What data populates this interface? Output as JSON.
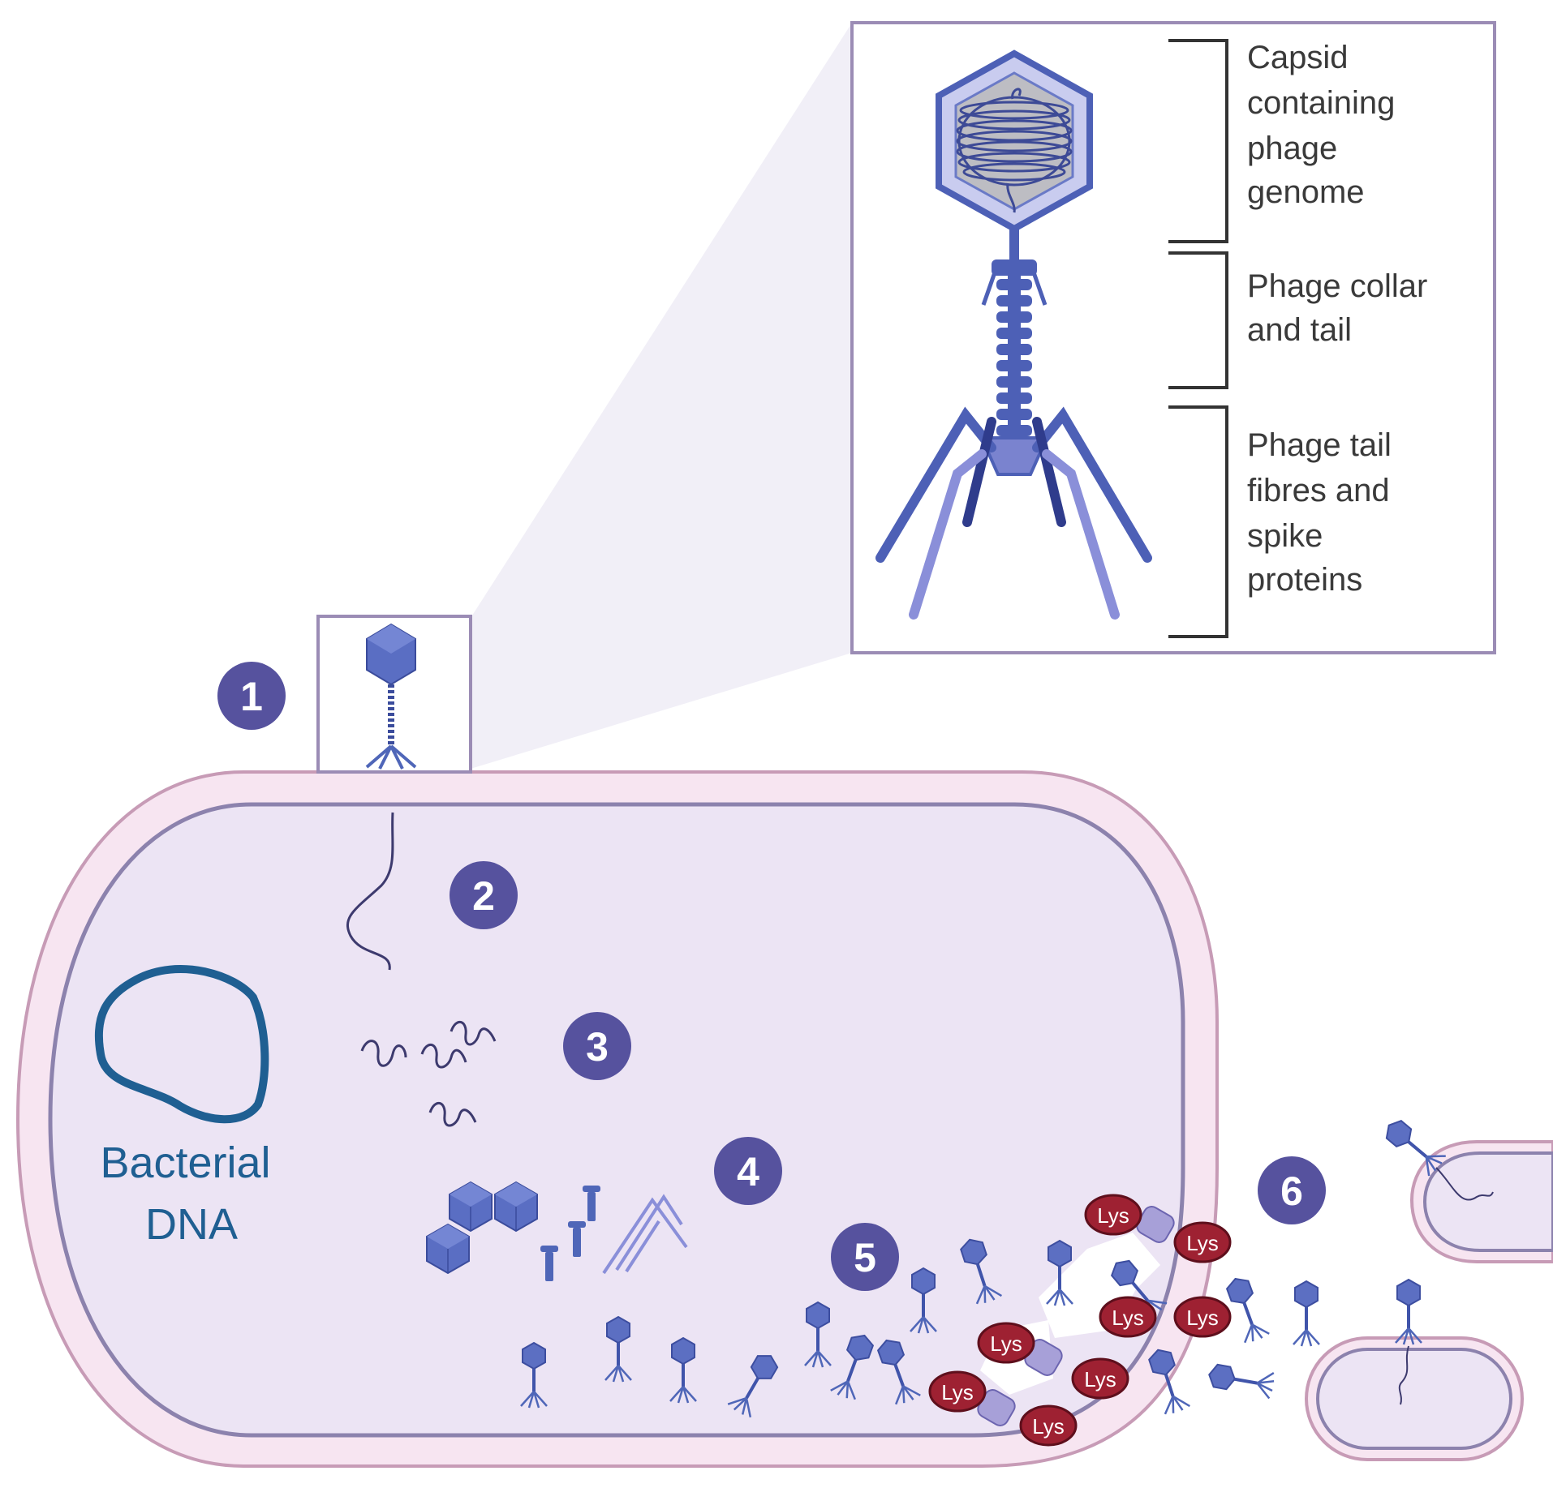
{
  "inset": {
    "labels": [
      {
        "lines": [
          "Capsid",
          "containing",
          "phage",
          "genome"
        ]
      },
      {
        "lines": [
          "Phage collar",
          "and tail"
        ]
      },
      {
        "lines": [
          "Phage tail",
          "fibres and",
          "spike",
          "proteins"
        ]
      }
    ]
  },
  "bacterial_dna_label": [
    "Bacterial",
    "DNA"
  ],
  "steps": [
    "1",
    "2",
    "3",
    "4",
    "5",
    "6"
  ],
  "lysin_label": "Lys",
  "colors": {
    "phage": "#4f66b8",
    "phage_light": "#8089d2",
    "step_badge": "#56529e",
    "cell_wall": "#f7e5f1",
    "cell_wall_stroke": "#c79bb6",
    "cytoplasm": "#ece4f4",
    "membrane": "#8c82ad",
    "dna": "#1f5f92",
    "lysin": "#9e2132"
  }
}
